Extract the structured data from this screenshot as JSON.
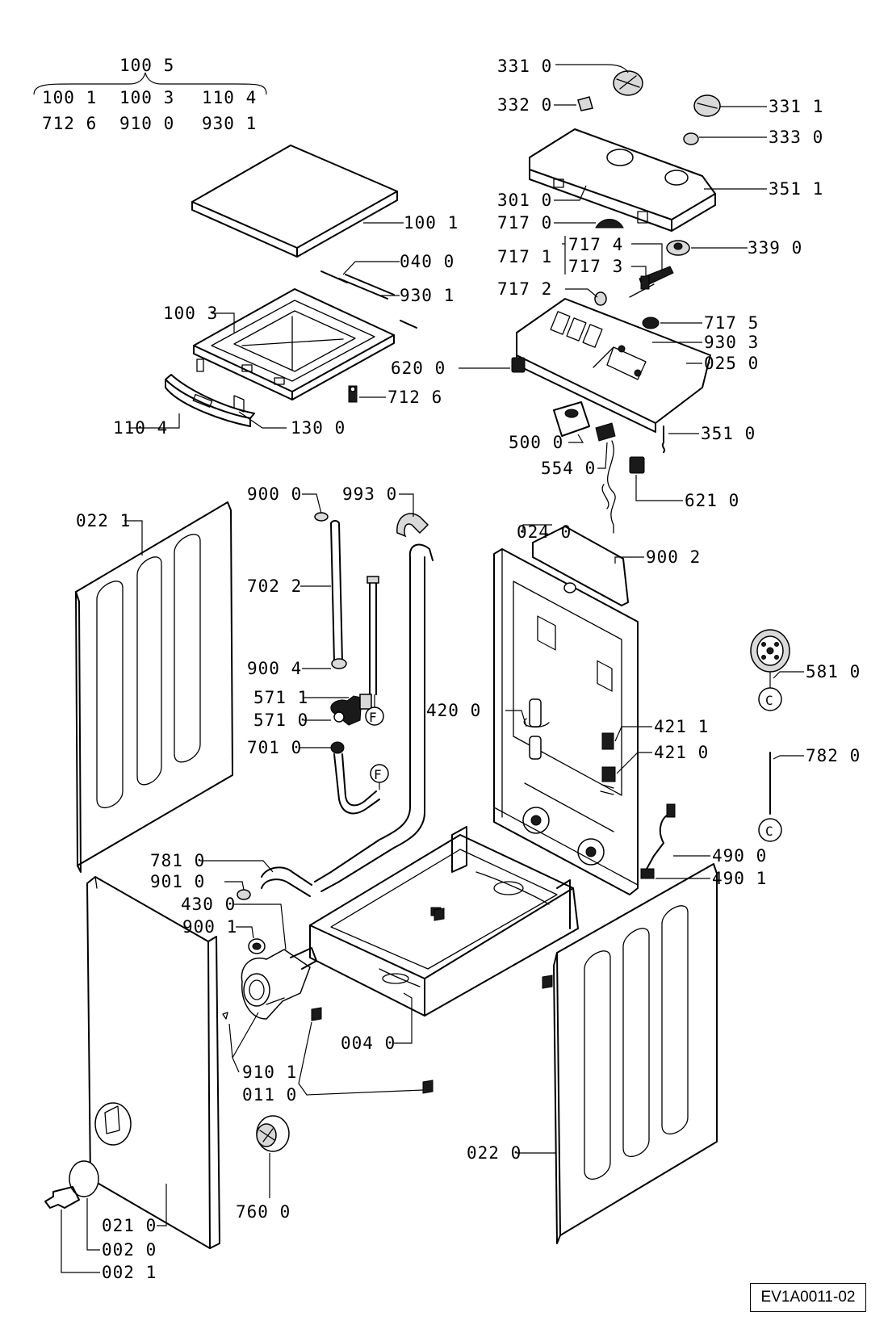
{
  "labels": {
    "l_100_5": "100 5",
    "l_100_1a": "100 1",
    "l_100_3a": "100 3",
    "l_110_4a": "110 4",
    "l_712_6a": "712 6",
    "l_910_0": "910 0",
    "l_930_1a": "930 1",
    "l_331_0": "331 0",
    "l_332_0": "332 0",
    "l_331_1": "331 1",
    "l_333_0": "333 0",
    "l_351_1": "351 1",
    "l_301_0": "301 0",
    "l_717_0": "717 0",
    "l_717_1": "717 1",
    "l_717_4": "717 4",
    "l_717_3": "717 3",
    "l_339_0": "339 0",
    "l_717_2": "717 2",
    "l_717_5": "717 5",
    "l_930_3": "930 3",
    "l_025_0": "025 0",
    "l_620_0": "620 0",
    "l_351_0": "351 0",
    "l_500_0": "500 0",
    "l_554_0": "554 0",
    "l_621_0": "621 0",
    "l_100_1b": "100 1",
    "l_040_0": "040 0",
    "l_930_1b": "930 1",
    "l_100_3b": "100 3",
    "l_712_6b": "712 6",
    "l_110_4b": "110 4",
    "l_130_0": "130 0",
    "l_900_0": "900 0",
    "l_993_0": "993 0",
    "l_022_1": "022 1",
    "l_702_2": "702 2",
    "l_900_4": "900 4",
    "l_571_1": "571 1",
    "l_571_0": "571 0",
    "l_701_0": "701 0",
    "l_024_0": "024 0",
    "l_900_2": "900 2",
    "l_581_0": "581 0",
    "l_420_0": "420 0",
    "l_421_1": "421 1",
    "l_421_0": "421 0",
    "l_782_0": "782 0",
    "l_490_0": "490 0",
    "l_490_1": "490 1",
    "l_781_0": "781 0",
    "l_901_0": "901 0",
    "l_430_0": "430 0",
    "l_900_1": "900 1",
    "l_004_0": "004 0",
    "l_910_1": "910 1",
    "l_011_0": "011 0",
    "l_022_0": "022 0",
    "l_021_0": "021 0",
    "l_760_0": "760 0",
    "l_002_0": "002 0",
    "l_002_1": "002 1"
  },
  "connectors": {
    "c_upper": "C",
    "c_lower": "C",
    "f_upper": "F",
    "f_lower": "F"
  },
  "reference": "EV1A0011-02"
}
